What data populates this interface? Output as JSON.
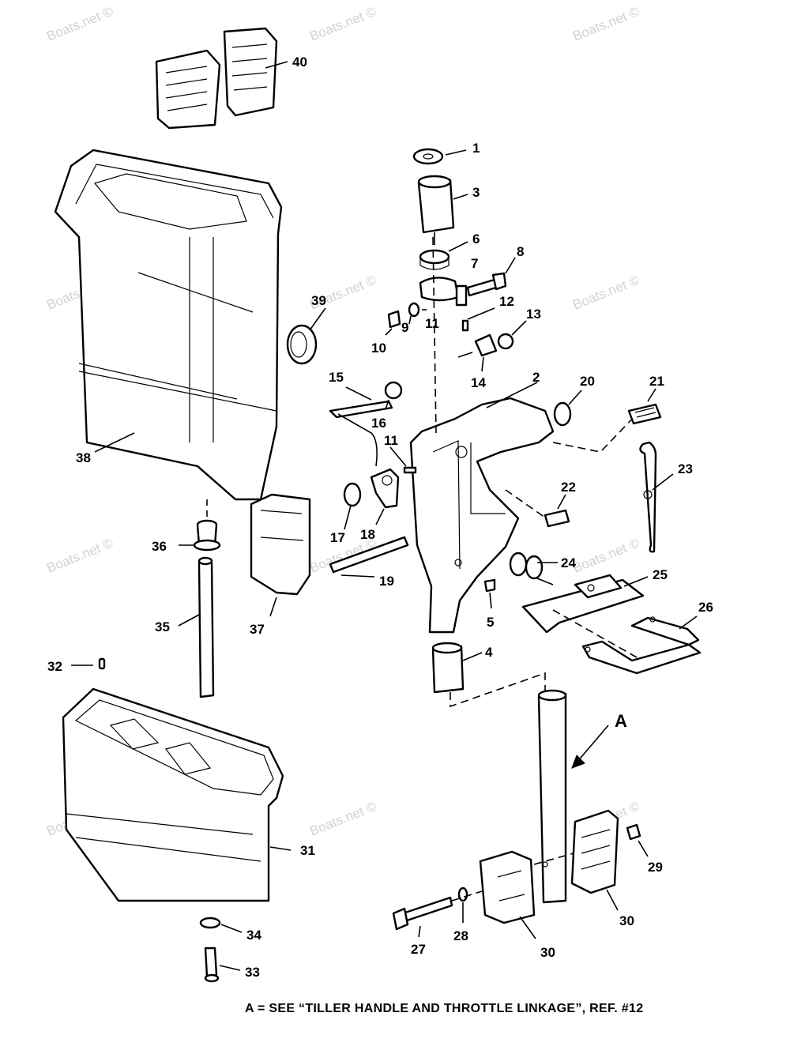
{
  "watermark": "Boats.net ©",
  "caption": "A = SEE “TILLER HANDLE AND THROTTLE LINKAGE”,  REF. #12",
  "callout": "A",
  "labels": {
    "p1": "1",
    "p2": "2",
    "p3": "3",
    "p4": "4",
    "p5": "5",
    "p6": "6",
    "p7": "7",
    "p8": "8",
    "p9": "9",
    "p10": "10",
    "p11a": "11",
    "p11b": "11",
    "p12": "12",
    "p13": "13",
    "p14": "14",
    "p15": "15",
    "p16": "16",
    "p17": "17",
    "p18": "18",
    "p19": "19",
    "p20": "20",
    "p21": "21",
    "p22": "22",
    "p23": "23",
    "p24": "24",
    "p25": "25",
    "p26": "26",
    "p27": "27",
    "p28": "28",
    "p29": "29",
    "p30a": "30",
    "p30b": "30",
    "p31": "31",
    "p32": "32",
    "p33": "33",
    "p34": "34",
    "p35": "35",
    "p36": "36",
    "p37": "37",
    "p38": "38",
    "p39": "39",
    "p40": "40"
  }
}
